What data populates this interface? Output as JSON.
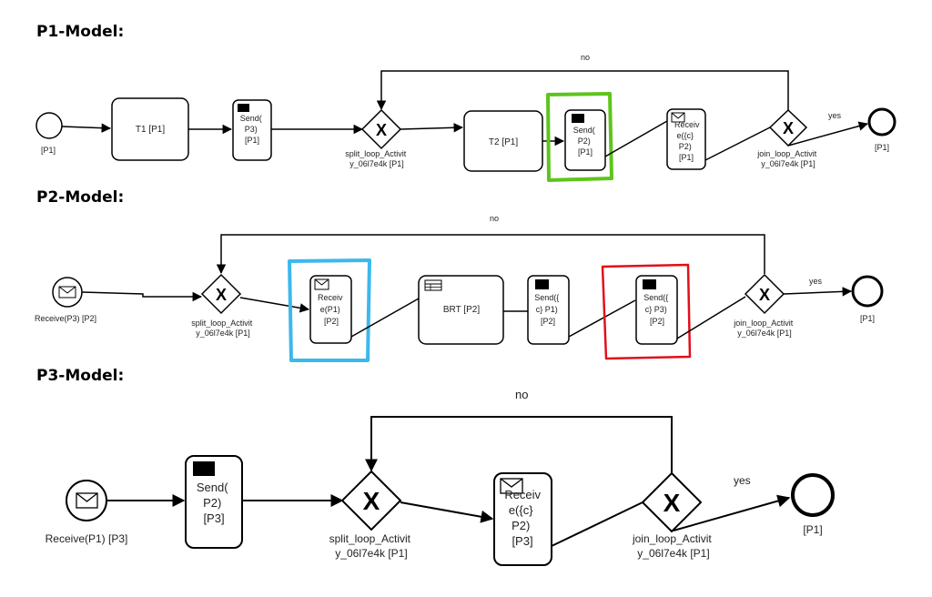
{
  "p1": {
    "title": "P1-Model:",
    "start_label": "[P1]",
    "t1": "T1 [P1]",
    "send1": [
      "Send(",
      "P3)",
      "[P1]"
    ],
    "split": [
      "split_loop_Activit",
      "y_06l7e4k [P1]"
    ],
    "t2": "T2 [P1]",
    "send2": [
      "Send(",
      "P2)",
      "[P1]"
    ],
    "receive": [
      "Receiv",
      "e({c}",
      "P2)",
      "[P1]"
    ],
    "join": [
      "join_loop_Activit",
      "y_06l7e4k [P1]"
    ],
    "no": "no",
    "yes": "yes",
    "end_label": "[P1]"
  },
  "p2": {
    "title": "P2-Model:",
    "start_label": "Receive(P3) [P2]",
    "split": [
      "split_loop_Activit",
      "y_06l7e4k [P1]"
    ],
    "receive": [
      "Receiv",
      "e(P1)",
      "[P2]"
    ],
    "brt": "BRT [P2]",
    "send1": [
      "Send({",
      "c} P1)",
      "[P2]"
    ],
    "send2": [
      "Send({",
      "c} P3)",
      "[P2]"
    ],
    "join": [
      "join_loop_Activit",
      "y_06l7e4k [P1]"
    ],
    "no": "no",
    "yes": "yes",
    "end_label": "[P1]"
  },
  "p3": {
    "title": "P3-Model:",
    "start_label": "Receive(P1) [P3]",
    "send": [
      "Send(",
      "P2)",
      "[P3]"
    ],
    "split": [
      "split_loop_Activit",
      "y_06l7e4k [P1]"
    ],
    "receive": [
      "Receiv",
      "e({c}",
      "P2)",
      "[P3]"
    ],
    "join": [
      "join_loop_Activit",
      "y_06l7e4k [P1]"
    ],
    "no": "no",
    "yes": "yes",
    "end_label": "[P1]"
  },
  "colors": {
    "highlight_green": "#5ec41c",
    "highlight_blue": "#3cb8ec",
    "highlight_red": "#e0101a"
  }
}
